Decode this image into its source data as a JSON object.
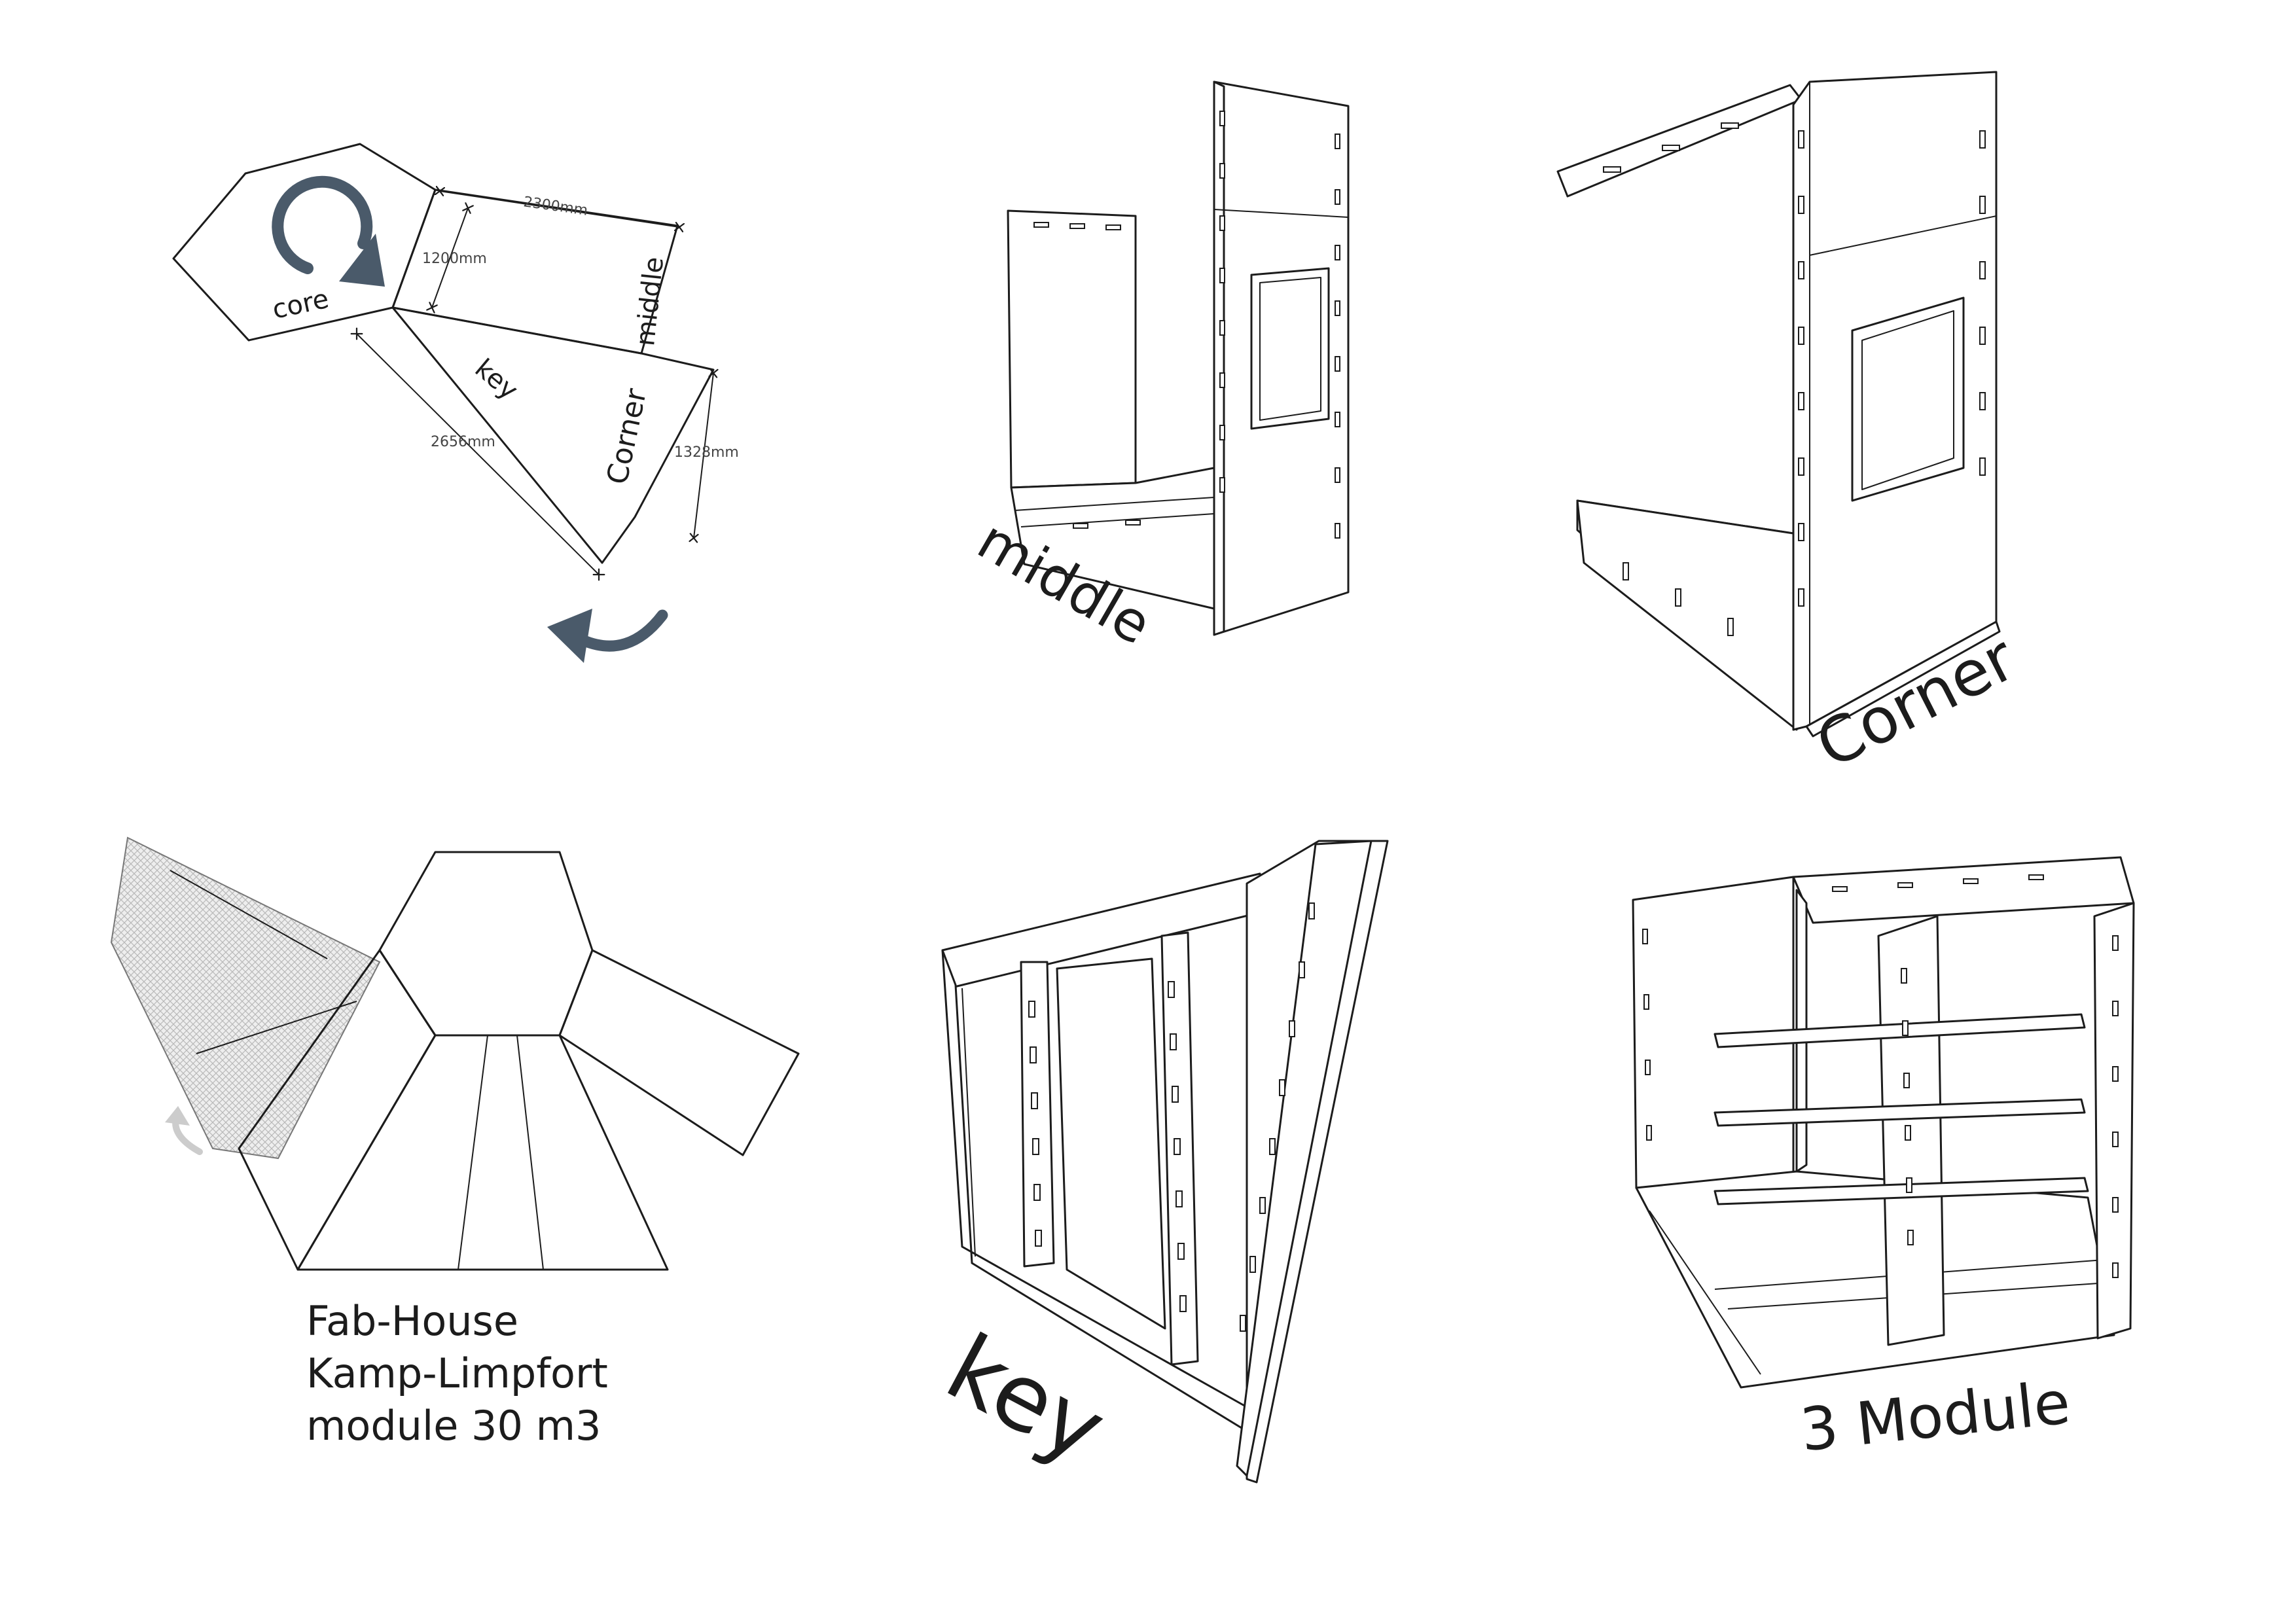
{
  "colors": {
    "ink": "#1c1c1c",
    "accent": "#4a5a6a",
    "accent_light": "#cccccc",
    "hatch": "#b9b9b9"
  },
  "icons": {
    "core_rotation": "circular-arrow-icon",
    "rotate_arrow": "curved-arrow-icon",
    "rotate_arrow_faded": "curved-arrow-icon"
  },
  "plan": {
    "core_label": "core",
    "middle_label": "middle",
    "key_label": "key",
    "corner_label": "Corner",
    "dim_width": "2300mm",
    "dim_depth": "1200mm",
    "dim_key": "2656mm",
    "dim_corner": "1328mm"
  },
  "views": {
    "middle": "middle",
    "corner": "Corner",
    "key": "key",
    "three_module": "3 Module"
  },
  "caption": {
    "line1": "Fab-House",
    "line2": "Kamp-Limpfort",
    "line3": "module 30 m3"
  }
}
